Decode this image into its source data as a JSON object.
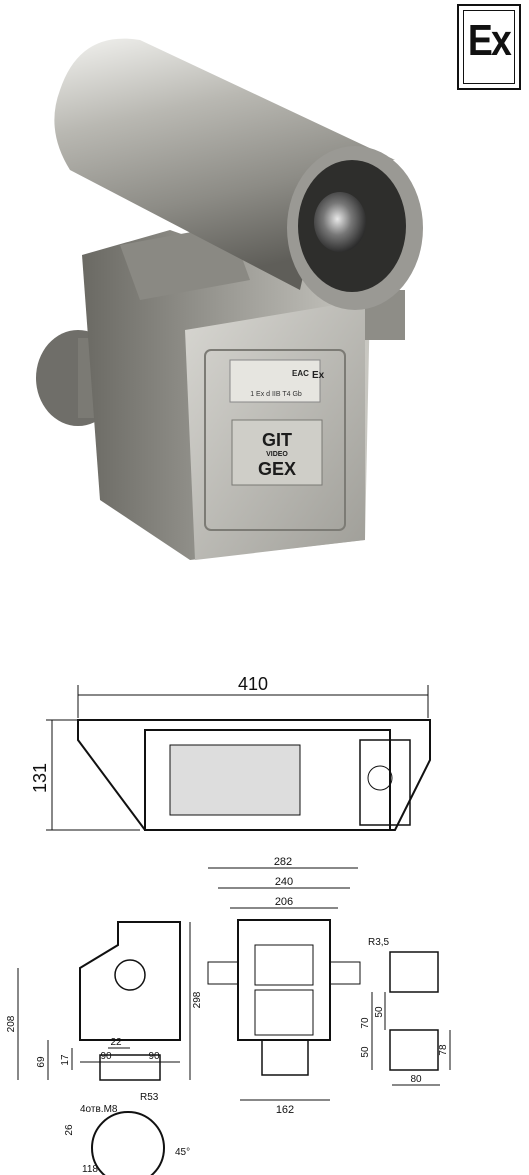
{
  "badge": {
    "text": "Ex"
  },
  "photo": {
    "plate_brand_line1": "GIT",
    "plate_brand_line2": "VIDEO",
    "plate_model": "GEX",
    "cert_marks": "EAC",
    "ex_mark": "Ex",
    "plate_text_1": "1 Ex d IIB T4 Gb"
  },
  "side_view": {
    "dim_length": "410",
    "dim_height": "131"
  },
  "front_view": {
    "dim_282": "282",
    "dim_240": "240",
    "dim_206": "206",
    "dim_162": "162"
  },
  "left_view": {
    "dim_208": "208",
    "dim_298": "298",
    "dim_69": "69",
    "dim_17": "17",
    "dim_22": "22",
    "dim_90a": "90",
    "dim_90b": "90"
  },
  "slot_view": {
    "r": "R3,5",
    "dim_70": "70",
    "dim_50a": "50",
    "dim_50b": "50",
    "dim_78": "78",
    "dim_80": "80"
  },
  "base_view": {
    "holes": "4отв.M8",
    "r53": "R53",
    "dim_26": "26",
    "dim_118": "118",
    "angle": "45°"
  }
}
